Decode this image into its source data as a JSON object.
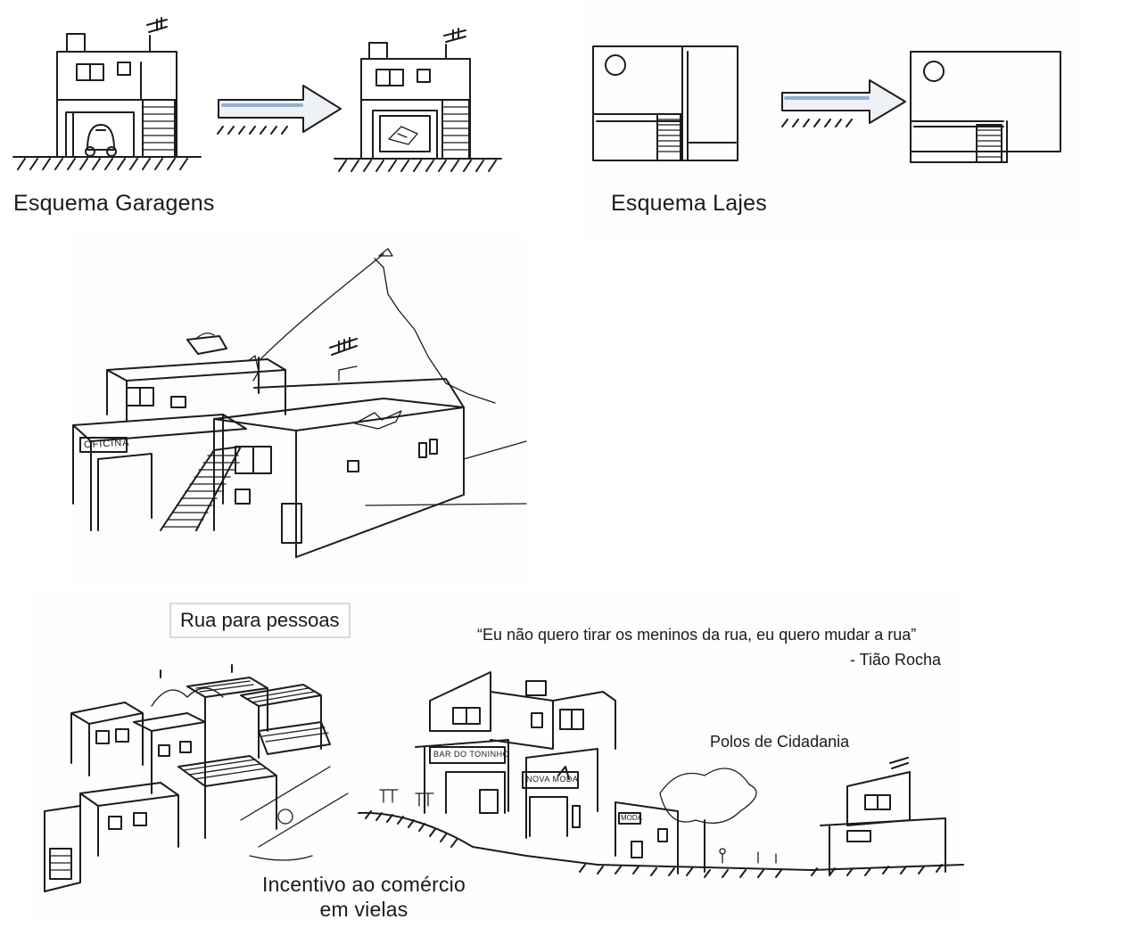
{
  "garagens": {
    "caption": "Esquema Garagens"
  },
  "lajes": {
    "caption": "Esquema Lajes"
  },
  "rooftop": {
    "sign": "OFICINA"
  },
  "rua": {
    "title": "Rua para pessoas",
    "quote": "“Eu não quero tirar os meninos da rua, eu quero mudar a rua”",
    "attribution": "- Tião Rocha",
    "polos": "Polos de Cidadania",
    "incentivo_line1": "Incentivo ao comércio",
    "incentivo_line2": "em vielas",
    "shop1": "BAR DO TONINHO",
    "shop2": "NOVA MODA",
    "shop3": "MODA"
  }
}
